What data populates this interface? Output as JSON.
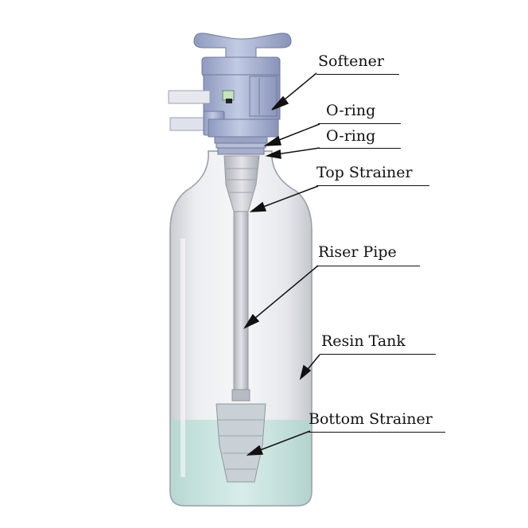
{
  "diagram": {
    "labels": {
      "softener": "Softener",
      "oring_1": "O-ring",
      "oring_2": "O-ring",
      "top_strainer": "Top Strainer",
      "riser_pipe": "Riser Pipe",
      "resin_tank": "Resin Tank",
      "bottom_strainer": "Bottom Strainer"
    },
    "colors": {
      "valve": "#a9b4d2",
      "valve_dark": "#7f8bb0",
      "tank_glass": "#d9dbe0",
      "water": "#c5e4de",
      "pipe": "#c3c6cc",
      "leader": "#111111"
    }
  }
}
